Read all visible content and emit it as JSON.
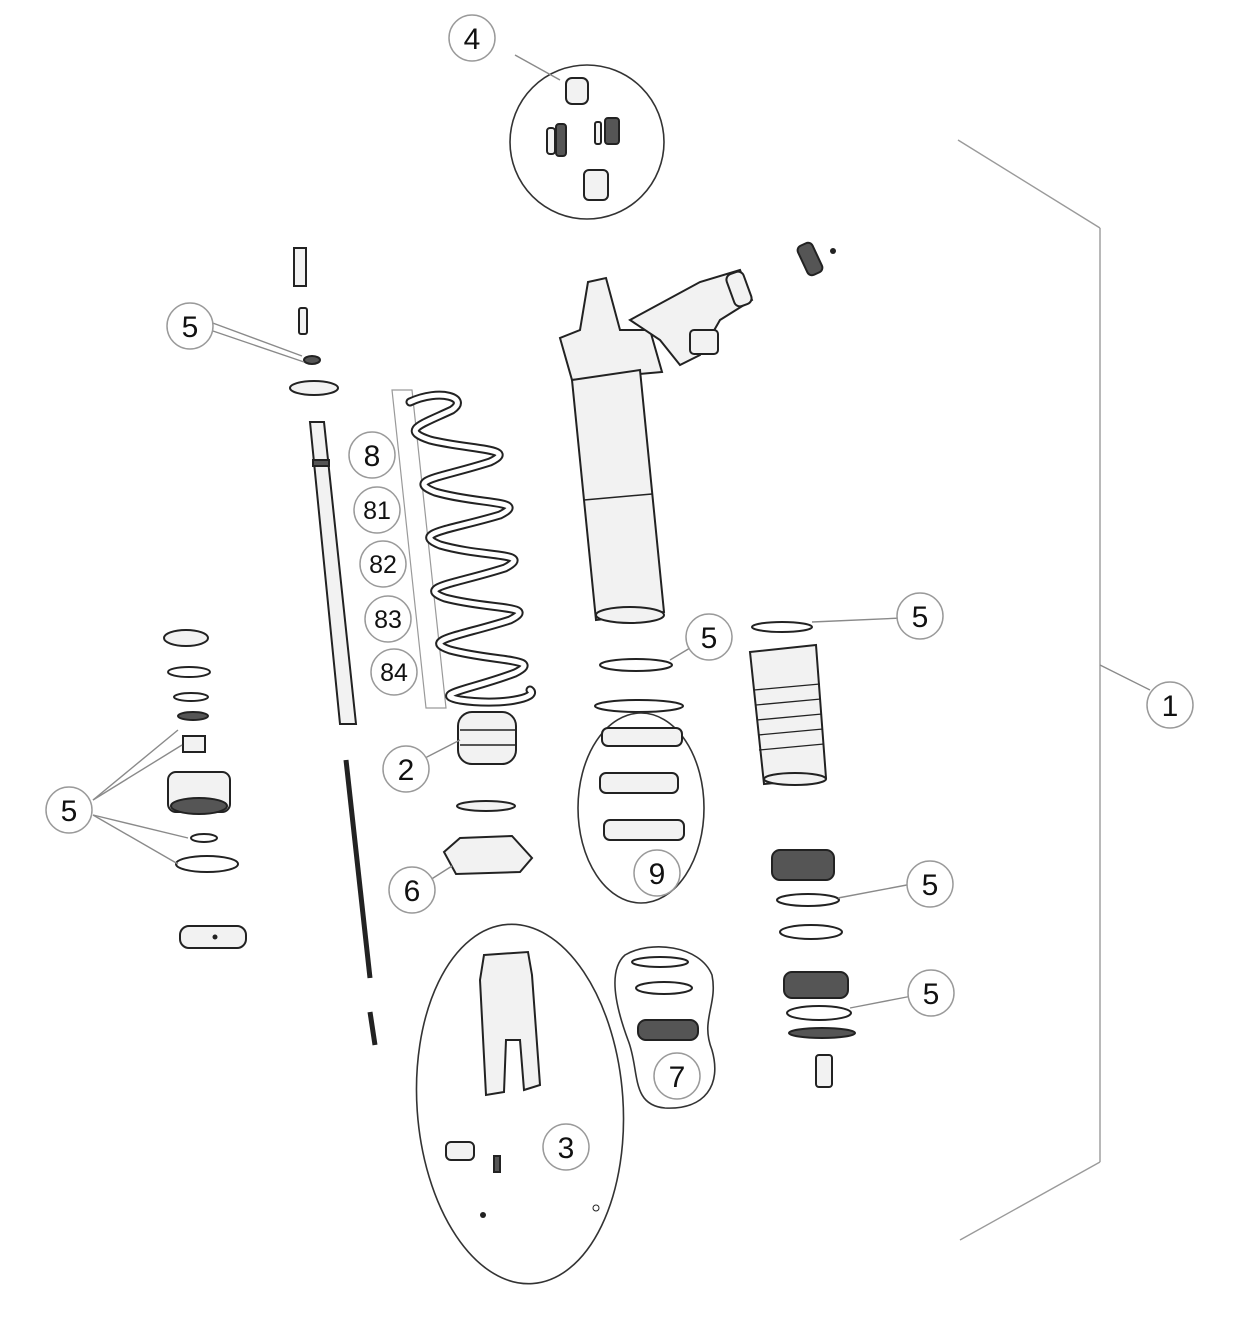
{
  "diagram": {
    "callouts": {
      "c1": "1",
      "c2": "2",
      "c3": "3",
      "c4": "4",
      "c5a": "5",
      "c5b": "5",
      "c5c": "5",
      "c5d": "5",
      "c5e": "5",
      "c5f": "5",
      "c6": "6",
      "c7": "7",
      "c8": "8",
      "c81": "81",
      "c82": "82",
      "c83": "83",
      "c84": "84",
      "c9": "9"
    }
  }
}
